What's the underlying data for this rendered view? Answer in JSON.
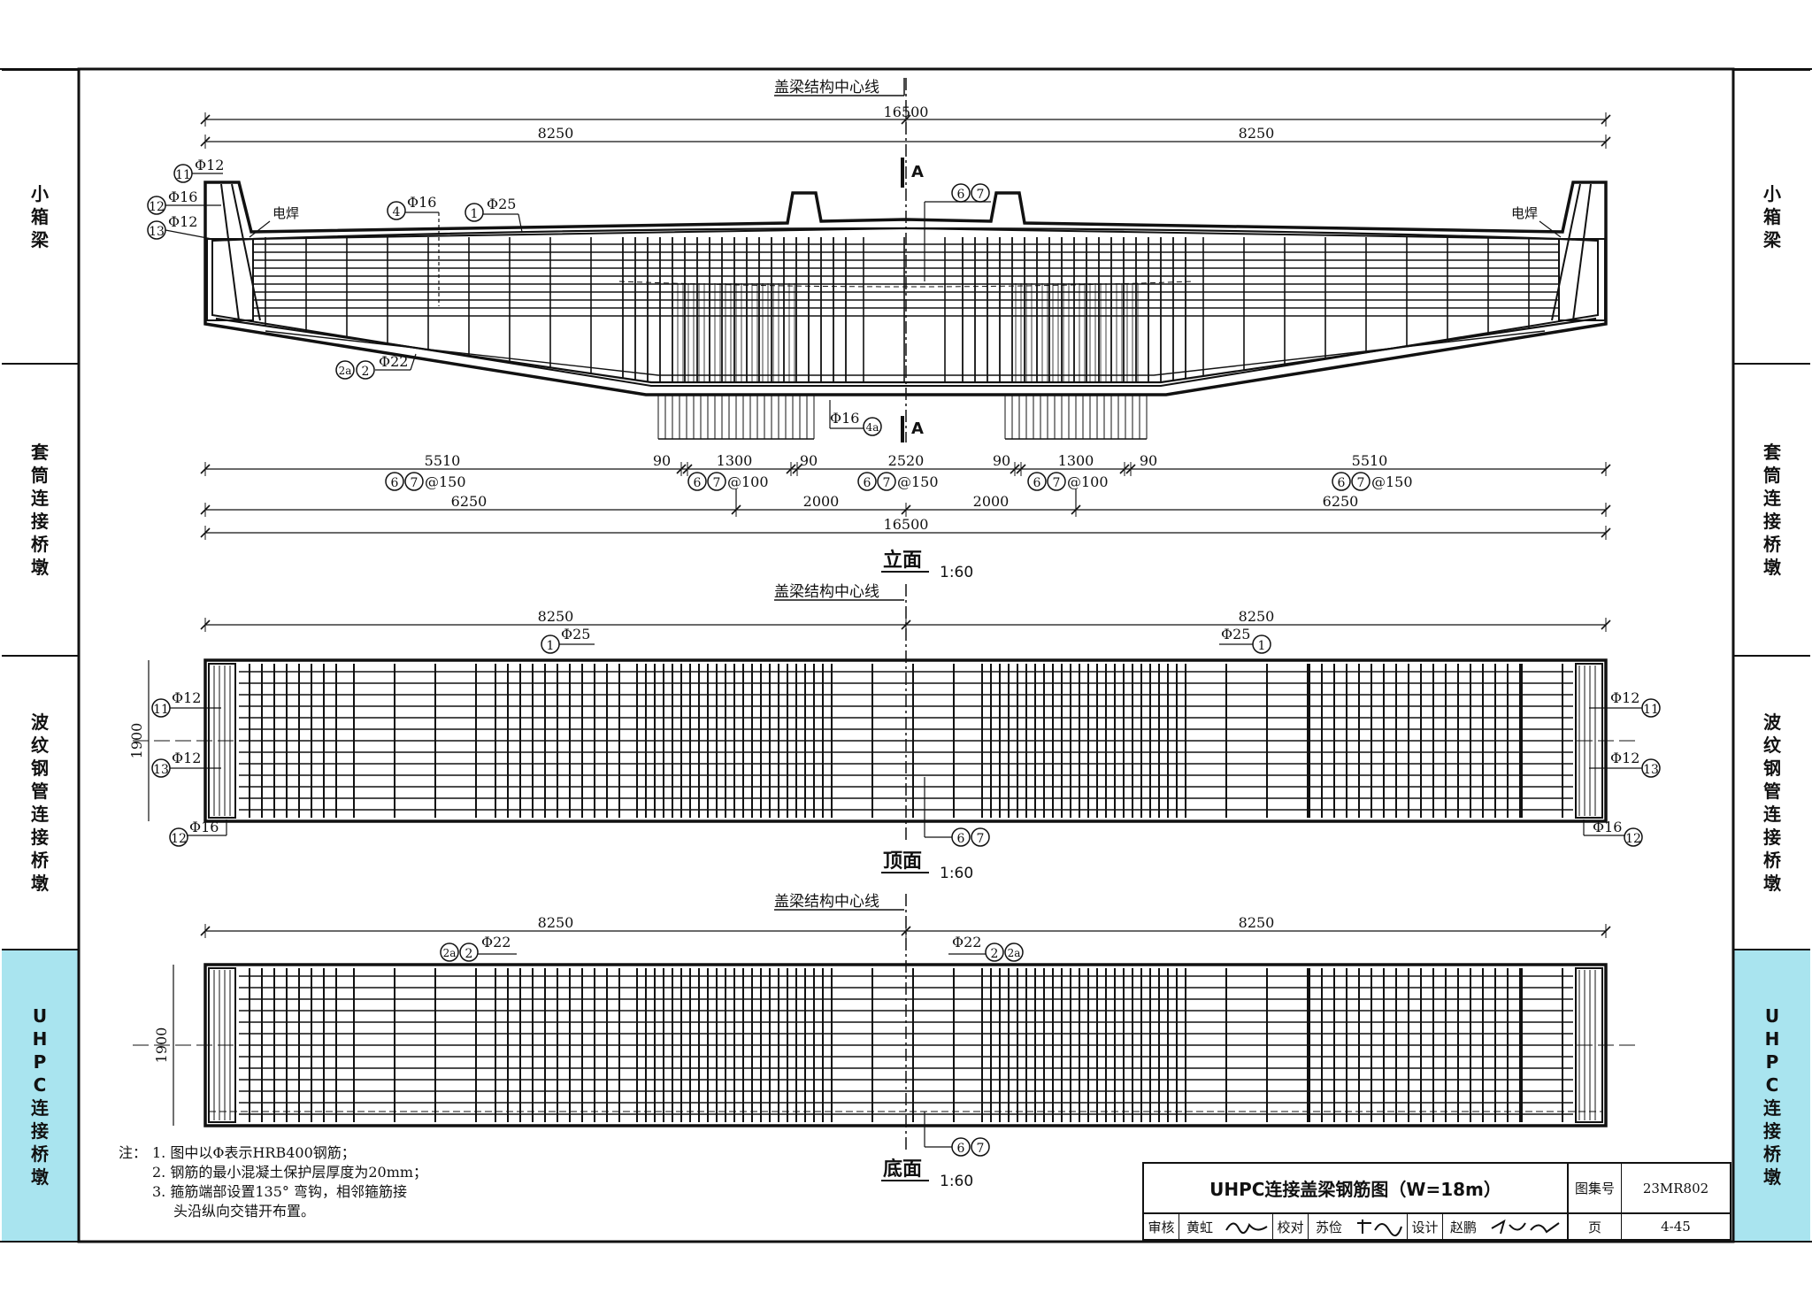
{
  "side_tabs": {
    "left": [
      {
        "label": "小箱梁",
        "highlighted": false
      },
      {
        "label": "套筒连接桥墩",
        "highlighted": false
      },
      {
        "label": "波纹钢管连接桥墩",
        "highlighted": false
      },
      {
        "label": "UHPC连接桥墩",
        "highlighted": true
      }
    ],
    "right": [
      {
        "label": "小箱梁",
        "highlighted": false
      },
      {
        "label": "套筒连接桥墩",
        "highlighted": false
      },
      {
        "label": "波纹钢管连接桥墩",
        "highlighted": false
      },
      {
        "label": "UHPC连接桥墩",
        "highlighted": true
      }
    ],
    "highlight_color": "#a9e4ef"
  },
  "elevation": {
    "centerline_label": "盖梁结构中心线",
    "total_width": "16500",
    "half_widths": [
      "8250",
      "8250"
    ],
    "section_mark": "A",
    "weld_label": "电焊",
    "bar_callouts": {
      "b11": "11",
      "b11_spec": "Φ12",
      "b12": "12",
      "b12_spec": "Φ16",
      "b13": "13",
      "b13_spec": "Φ12",
      "b4": "4",
      "b4_spec": "Φ16",
      "b1": "1",
      "b1_spec": "Φ25",
      "b67": [
        "6",
        "7"
      ],
      "b2a": "2a",
      "b2": "2",
      "b2_spec": "Φ22",
      "b4a": "4a",
      "b4a_spec": "Φ16"
    },
    "dim_row1": [
      "5510",
      "90",
      "1300",
      "90",
      "2520",
      "90",
      "1300",
      "90",
      "5510"
    ],
    "stirrup_row": [
      "@150",
      "@100",
      "@150",
      "@100",
      "@150"
    ],
    "dim_row2": [
      "6250",
      "2000",
      "2000",
      "6250"
    ],
    "total_bottom": "16500",
    "title": "立面",
    "scale": "1:60"
  },
  "plan_top": {
    "centerline_label": "盖梁结构中心线",
    "half_widths": [
      "8250",
      "8250"
    ],
    "height_dim": "1900",
    "callouts": {
      "b1": "1",
      "b1_spec": "Φ25",
      "b11": "11",
      "b11_spec": "Φ12",
      "b13": "13",
      "b13_spec": "Φ12",
      "b12": "12",
      "b12_spec": "Φ16",
      "b67": [
        "6",
        "7"
      ]
    },
    "title": "顶面",
    "scale": "1:60"
  },
  "plan_bottom": {
    "centerline_label": "盖梁结构中心线",
    "half_widths": [
      "8250",
      "8250"
    ],
    "height_dim": "1900",
    "callouts": {
      "b2a": "2a",
      "b2": "2",
      "b2_spec": "Φ22",
      "b67": [
        "6",
        "7"
      ]
    },
    "title": "底面",
    "scale": "1:60"
  },
  "notes": {
    "label": "注：",
    "items": [
      "1. 图中以Φ表示HRB400钢筋；",
      "2. 钢筋的最小混凝土保护层厚度为20mm；",
      "3. 箍筋端部设置135° 弯钩，相邻箍筋接",
      "头沿纵向交错开布置。"
    ]
  },
  "title_block": {
    "drawing_title": "UHPC连接盖梁钢筋图（W=18m）",
    "atlas_label": "图集号",
    "atlas_no": "23MR802",
    "review_label": "审核",
    "reviewer": "黄虹",
    "check_label": "校对",
    "checker": "苏俭",
    "design_label": "设计",
    "designer": "赵鹏",
    "page_label": "页",
    "page_no": "4-45"
  }
}
